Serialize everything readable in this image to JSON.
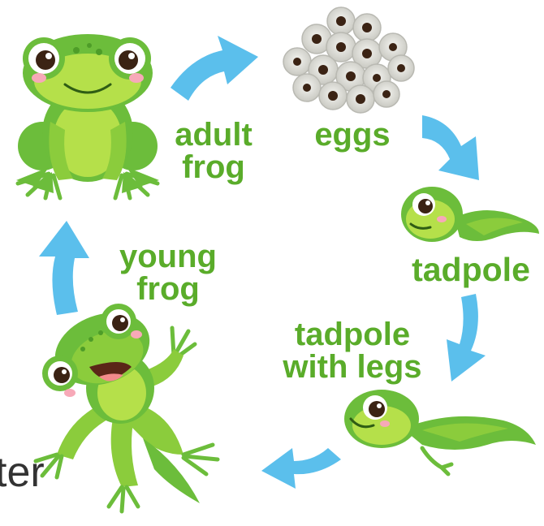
{
  "stages": {
    "adult": {
      "line1": "adult",
      "line2": "frog"
    },
    "eggs": {
      "line1": "eggs"
    },
    "tadpole": {
      "line1": "tadpole"
    },
    "tadpole_legs": {
      "line1": "tadpole",
      "line2": "with legs"
    },
    "young": {
      "line1": "young",
      "line2": "frog"
    }
  },
  "footer": {
    "partial_text": "ter"
  },
  "colors": {
    "label_green": "#5aac2a",
    "arrow_blue": "#5bbfec",
    "frog_light": "#b5e04a",
    "frog_dark": "#6cbd3b",
    "blush": "#f7a9b8"
  }
}
